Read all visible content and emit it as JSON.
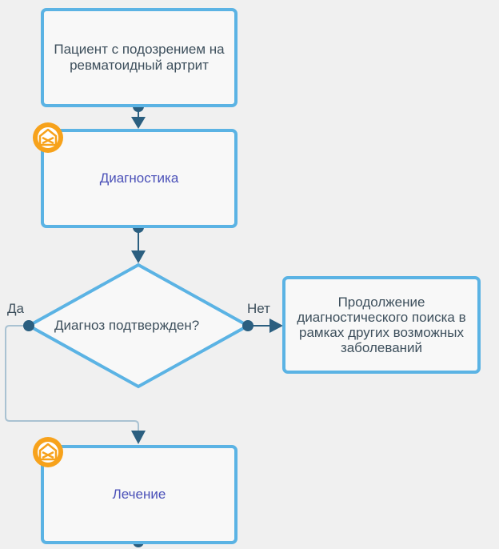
{
  "nodes": {
    "start": {
      "text": "Пациент с подозрением на ревматоидный артрит"
    },
    "diagnostics": {
      "text": "Диагностика",
      "icon": "home-badge-icon"
    },
    "decision": {
      "text": "Диагноз подтвержден?"
    },
    "continue": {
      "text": "Продолжение диагностического поиска в рамках других возможных заболеваний"
    },
    "treatment": {
      "text": "Лечение",
      "icon": "home-badge-icon"
    }
  },
  "edges": {
    "yes": {
      "label": "Да"
    },
    "no": {
      "label": "Нет"
    }
  },
  "colors": {
    "border": "#5bb3e4",
    "connector": "#2b5f80",
    "link_text": "#4a50b8",
    "badge": "#f7a21b",
    "background": "#f0f0f0"
  }
}
